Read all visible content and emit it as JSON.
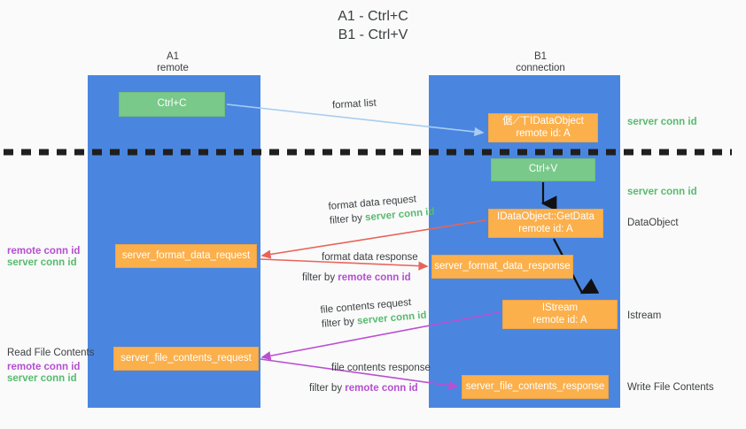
{
  "title": {
    "line1": "A1 - Ctrl+C",
    "line2": "B1 - Ctrl+V"
  },
  "columns": {
    "a1": {
      "name": "A1",
      "sub": "remote"
    },
    "b1": {
      "name": "B1",
      "sub": "connection"
    }
  },
  "boxes": {
    "ctrl_c": "Ctrl+C",
    "ctrl_v": "Ctrl+V",
    "ole_dataobject_l1": "倨⟋丅IDataObject",
    "ole_dataobject_l2": "remote id: A",
    "getdata_l1": "IDataObject::GetData",
    "getdata_l2": "remote id: A",
    "istream_l1": "IStream",
    "istream_l2": "remote id: A",
    "format_data_request": "server_format_data_request",
    "format_data_response": "server_format_data_response",
    "file_contents_request": "server_file_contents_request",
    "file_contents_response": "server_file_contents_response"
  },
  "labels": {
    "format_list": "format list",
    "server_conn_id_top": "server conn id",
    "server_conn_id_mid": "server conn id",
    "dataobject": "DataObject",
    "istream": "Istream",
    "write_file_contents": "Write File Contents",
    "read_file_contents": "Read File Contents",
    "remote_conn_id": "remote conn id",
    "server_conn_id": "server conn id",
    "format_data_request": "format data request",
    "format_data_response": "format data response",
    "file_contents_request": "file contents request",
    "file_contents_response": "file contents response",
    "filter_by": "filter by"
  },
  "colors": {
    "lane": "#4a86e0",
    "green_box": "#79c98a",
    "orange_box": "#fbb04c",
    "green_text": "#57bb6e",
    "purple_text": "#b44fd0",
    "red_arrow": "#e8645a",
    "magenta_arrow": "#bb4fd0",
    "light_blue_arrow": "#a9cdf0",
    "divider": "#1f1f1f",
    "background": "#fafafa"
  }
}
